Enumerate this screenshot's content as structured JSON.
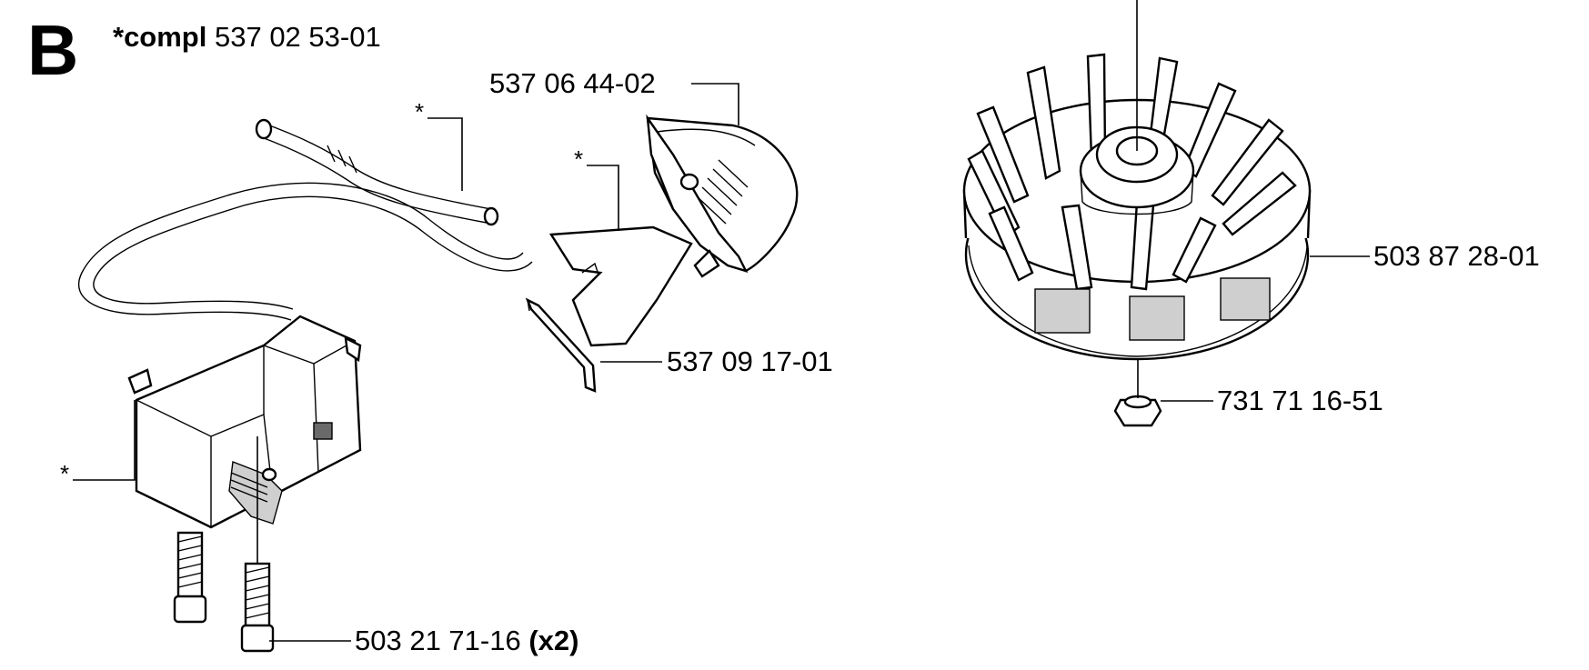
{
  "section_letter": "B",
  "kit": {
    "prefix": "*compl",
    "number": "537 02 53-01"
  },
  "callouts": {
    "cover_top": "537 06 44-02",
    "bracket": "537 09 17-01",
    "flywheel": "503 87 28-01",
    "nut": "731 71 16-51",
    "screw": "503 21 71-16",
    "screw_qty": "(x2)"
  },
  "asterisk": "*"
}
